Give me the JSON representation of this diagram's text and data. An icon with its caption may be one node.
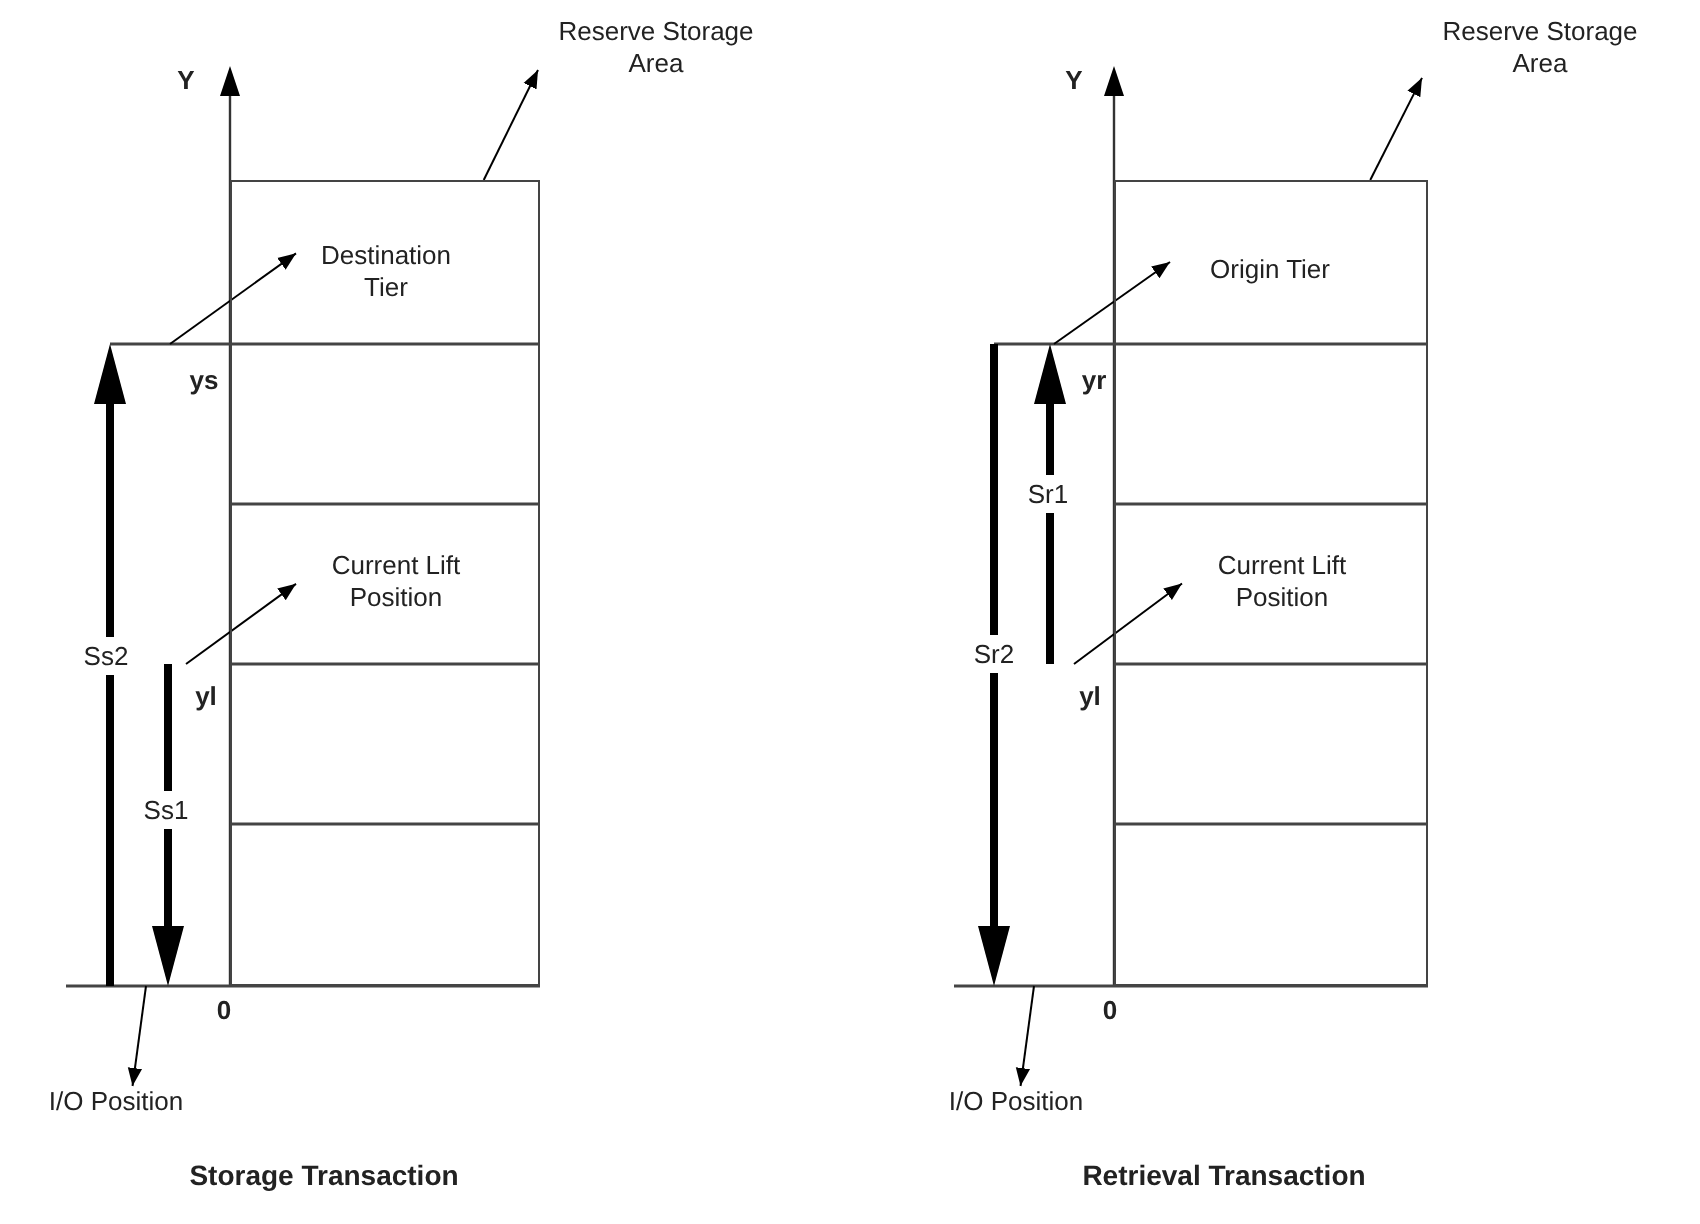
{
  "diagram": {
    "nodes": [
      {
        "text": [
          "Reserve Storage Area"
        ]
      },
      {
        "text": [],
        "shape": "box"
      },
      {
        "text": [
          "Destination Tier"
        ],
        "in": 1
      },
      {
        "text": [
          "Current Lift Position"
        ],
        "in": 1
      },
      {
        "text": [
          "I/O Position"
        ]
      },
      {
        "text": [
          "Reserve Storage Area"
        ]
      },
      {
        "text": [],
        "shape": "box"
      },
      {
        "text": [
          "Origin Tier"
        ],
        "in": 6
      },
      {
        "text": [
          "Current Lift Position"
        ],
        "in": 6
      },
      {
        "text": [
          "I/O Position"
        ]
      }
    ],
    "edges": [
      {
        "from": 1,
        "to": 0,
        "arrow": "to"
      },
      {
        "from": null,
        "to": 2,
        "arrow": "to"
      },
      {
        "from": null,
        "to": 3,
        "arrow": "to"
      },
      {
        "from": null,
        "to": 4,
        "arrow": "to"
      },
      {
        "from": 6,
        "to": 5,
        "arrow": "to"
      },
      {
        "from": null,
        "to": 7,
        "arrow": "to"
      },
      {
        "from": null,
        "to": 8,
        "arrow": "to"
      },
      {
        "from": null,
        "to": 9,
        "arrow": "to"
      }
    ],
    "labels": [
      "Y",
      "ys",
      "Ss2",
      "yl",
      "Ss1",
      "0",
      "Storage Transaction",
      "Y",
      "yr",
      "Sr1",
      "Sr2",
      "yl",
      "0",
      "Retrieval Transaction"
    ]
  }
}
